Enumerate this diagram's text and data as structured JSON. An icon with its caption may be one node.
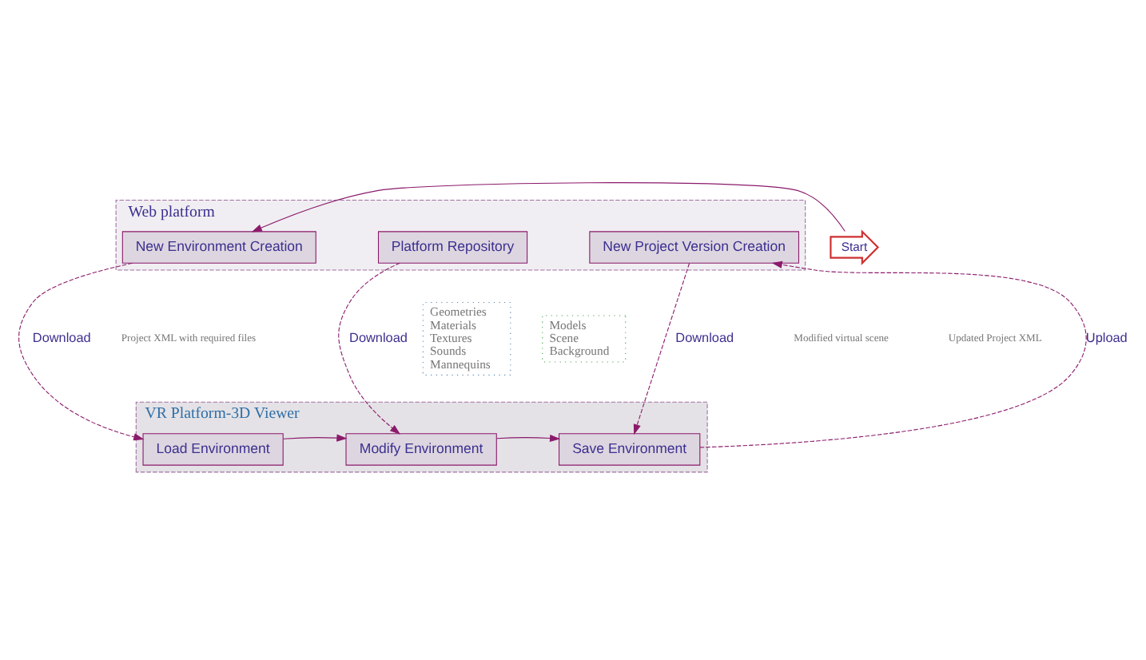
{
  "diagram": {
    "nodes": [
      {
        "text": [
          "Web platform"
        ]
      },
      {
        "text": [
          "New Environment Creation"
        ],
        "in": 0
      },
      {
        "text": [
          "Platform Repository"
        ],
        "in": 0
      },
      {
        "text": [
          "New Project Version Creation"
        ],
        "in": 0
      },
      {
        "text": [
          "VR Platform-3D Viewer"
        ]
      },
      {
        "text": [
          "Load Environment"
        ],
        "in": 4
      },
      {
        "text": [
          "Modify Environment"
        ],
        "in": 4
      },
      {
        "text": [
          "Save Environment"
        ],
        "in": 4
      },
      {
        "text": [
          "Start"
        ]
      },
      {
        "text": [
          "Geometries",
          "Materials",
          "Textures",
          "Sounds",
          "Mannequins"
        ]
      },
      {
        "text": [
          "Models",
          "Scene",
          "Background"
        ]
      }
    ],
    "edges": [
      {
        "from": 8,
        "to": 1,
        "arrow": "to"
      },
      {
        "from": 1,
        "to": 5,
        "arrow": "to",
        "label": "Download",
        "style": "dashed"
      },
      {
        "from": 2,
        "to": 6,
        "arrow": "to",
        "label": "Download",
        "style": "dashed"
      },
      {
        "from": 7,
        "to": 3,
        "arrow": "to",
        "label": "Upload",
        "style": "dashed"
      },
      {
        "from": 3,
        "to": 7,
        "arrow": "to",
        "label": "Download",
        "style": "dashed"
      },
      {
        "from": 5,
        "to": 6,
        "arrow": "to"
      },
      {
        "from": 6,
        "to": 7,
        "arrow": "to"
      }
    ],
    "labels": [
      "Project XML with required files",
      "Modified virtual scene",
      "Updated Project XML"
    ]
  }
}
